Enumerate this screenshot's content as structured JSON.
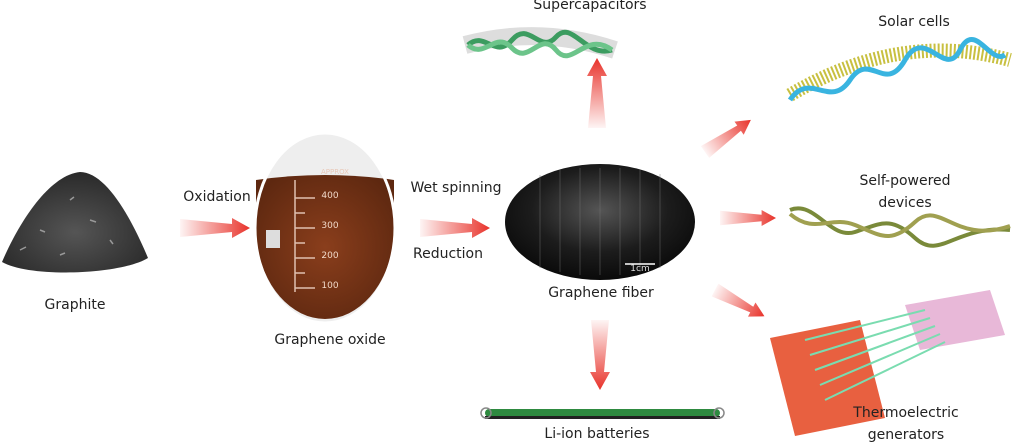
{
  "steps": {
    "graphite": "Graphite",
    "oxidation": "Oxidation",
    "graphene_oxide": "Graphene oxide",
    "wet_spinning": "Wet spinning",
    "reduction": "Reduction",
    "graphene_fiber": "Graphene fiber",
    "scale_bar": "1cm"
  },
  "beaker": {
    "marks": [
      "400",
      "300",
      "200",
      "100"
    ],
    "brand": "APPROX"
  },
  "applications": {
    "supercapacitors": "Supercapacitors",
    "solar_cells": "Solar cells",
    "self_powered_line1": "Self-powered",
    "self_powered_line2": "devices",
    "thermoelectric_line1": "Thermoelectric",
    "thermoelectric_line2": "generators",
    "li_ion": "Li-ion batteries"
  },
  "colors": {
    "arrow": "#e8322a",
    "beaker_liquid": "#7a3418",
    "fiber": "#1a1a1a",
    "green_fiber": "#4caf6a",
    "solar_wire": "#39b4e0"
  }
}
